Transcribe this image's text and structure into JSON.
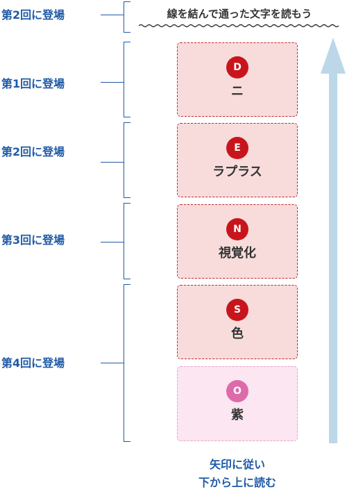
{
  "instruction": "線を結んで通った文字を読もう",
  "labels": [
    "第2回に登場",
    "第1回に登場",
    "第2回に登場",
    "第3回に登場",
    "第4回に登場"
  ],
  "boxes": [
    {
      "letter": "D",
      "word": "ニ"
    },
    {
      "letter": "E",
      "word": "ラプラス"
    },
    {
      "letter": "N",
      "word": "視覚化"
    },
    {
      "letter": "S",
      "word": "色"
    },
    {
      "letter": "O",
      "word": "紫"
    }
  ],
  "bottom_text": [
    "矢印に従い",
    "下から上に読む"
  ],
  "colors": {
    "label_blue": "#1f5aa6",
    "box_fill": "#f8dcdc",
    "box_border": "#c4242b",
    "circle_red": "#c8151c",
    "last_box_fill": "#fbe6f1",
    "last_circle_pink": "#de6aa9",
    "arrow_blue": "#bcd8e8"
  },
  "icons": {
    "arrow": "up-arrow-icon"
  }
}
